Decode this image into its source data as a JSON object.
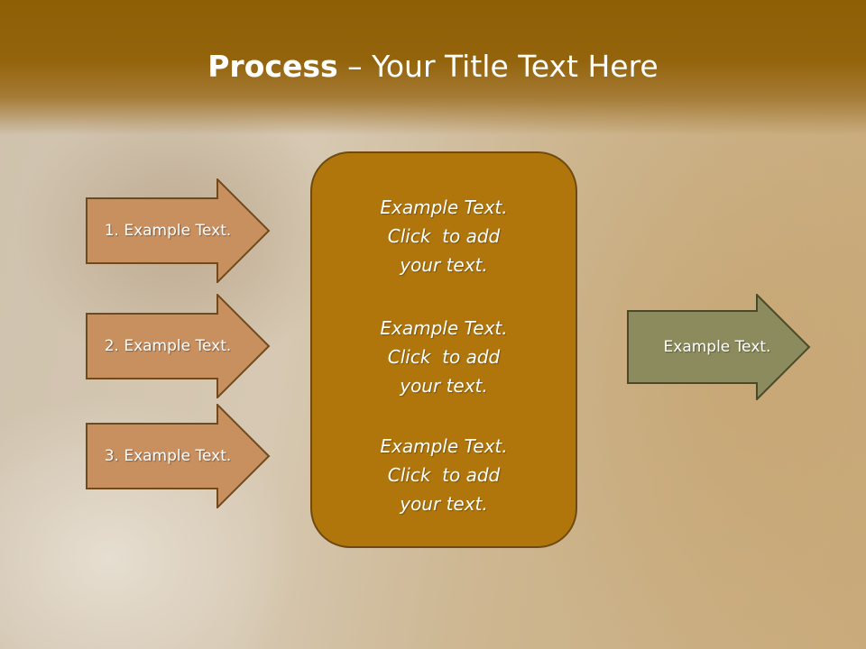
{
  "title": {
    "bold": "Process",
    "rest": " – Your Title Text Here"
  },
  "steps": [
    {
      "label": "1. Example Text."
    },
    {
      "label": "2. Example Text."
    },
    {
      "label": "3. Example Text."
    }
  ],
  "center_blocks": [
    {
      "lines": [
        "Example Text.",
        "Click  to add",
        "your text."
      ]
    },
    {
      "lines": [
        "Example Text.",
        "Click  to add",
        "your text."
      ]
    },
    {
      "lines": [
        "Example Text.",
        "Click  to add",
        "your text."
      ]
    }
  ],
  "result": {
    "label": "Example Text."
  },
  "colors": {
    "header": "#94640c",
    "step_arrow": "#c88f5f",
    "center_box": "#b0760c",
    "result_arrow": "#8b8b5d"
  }
}
